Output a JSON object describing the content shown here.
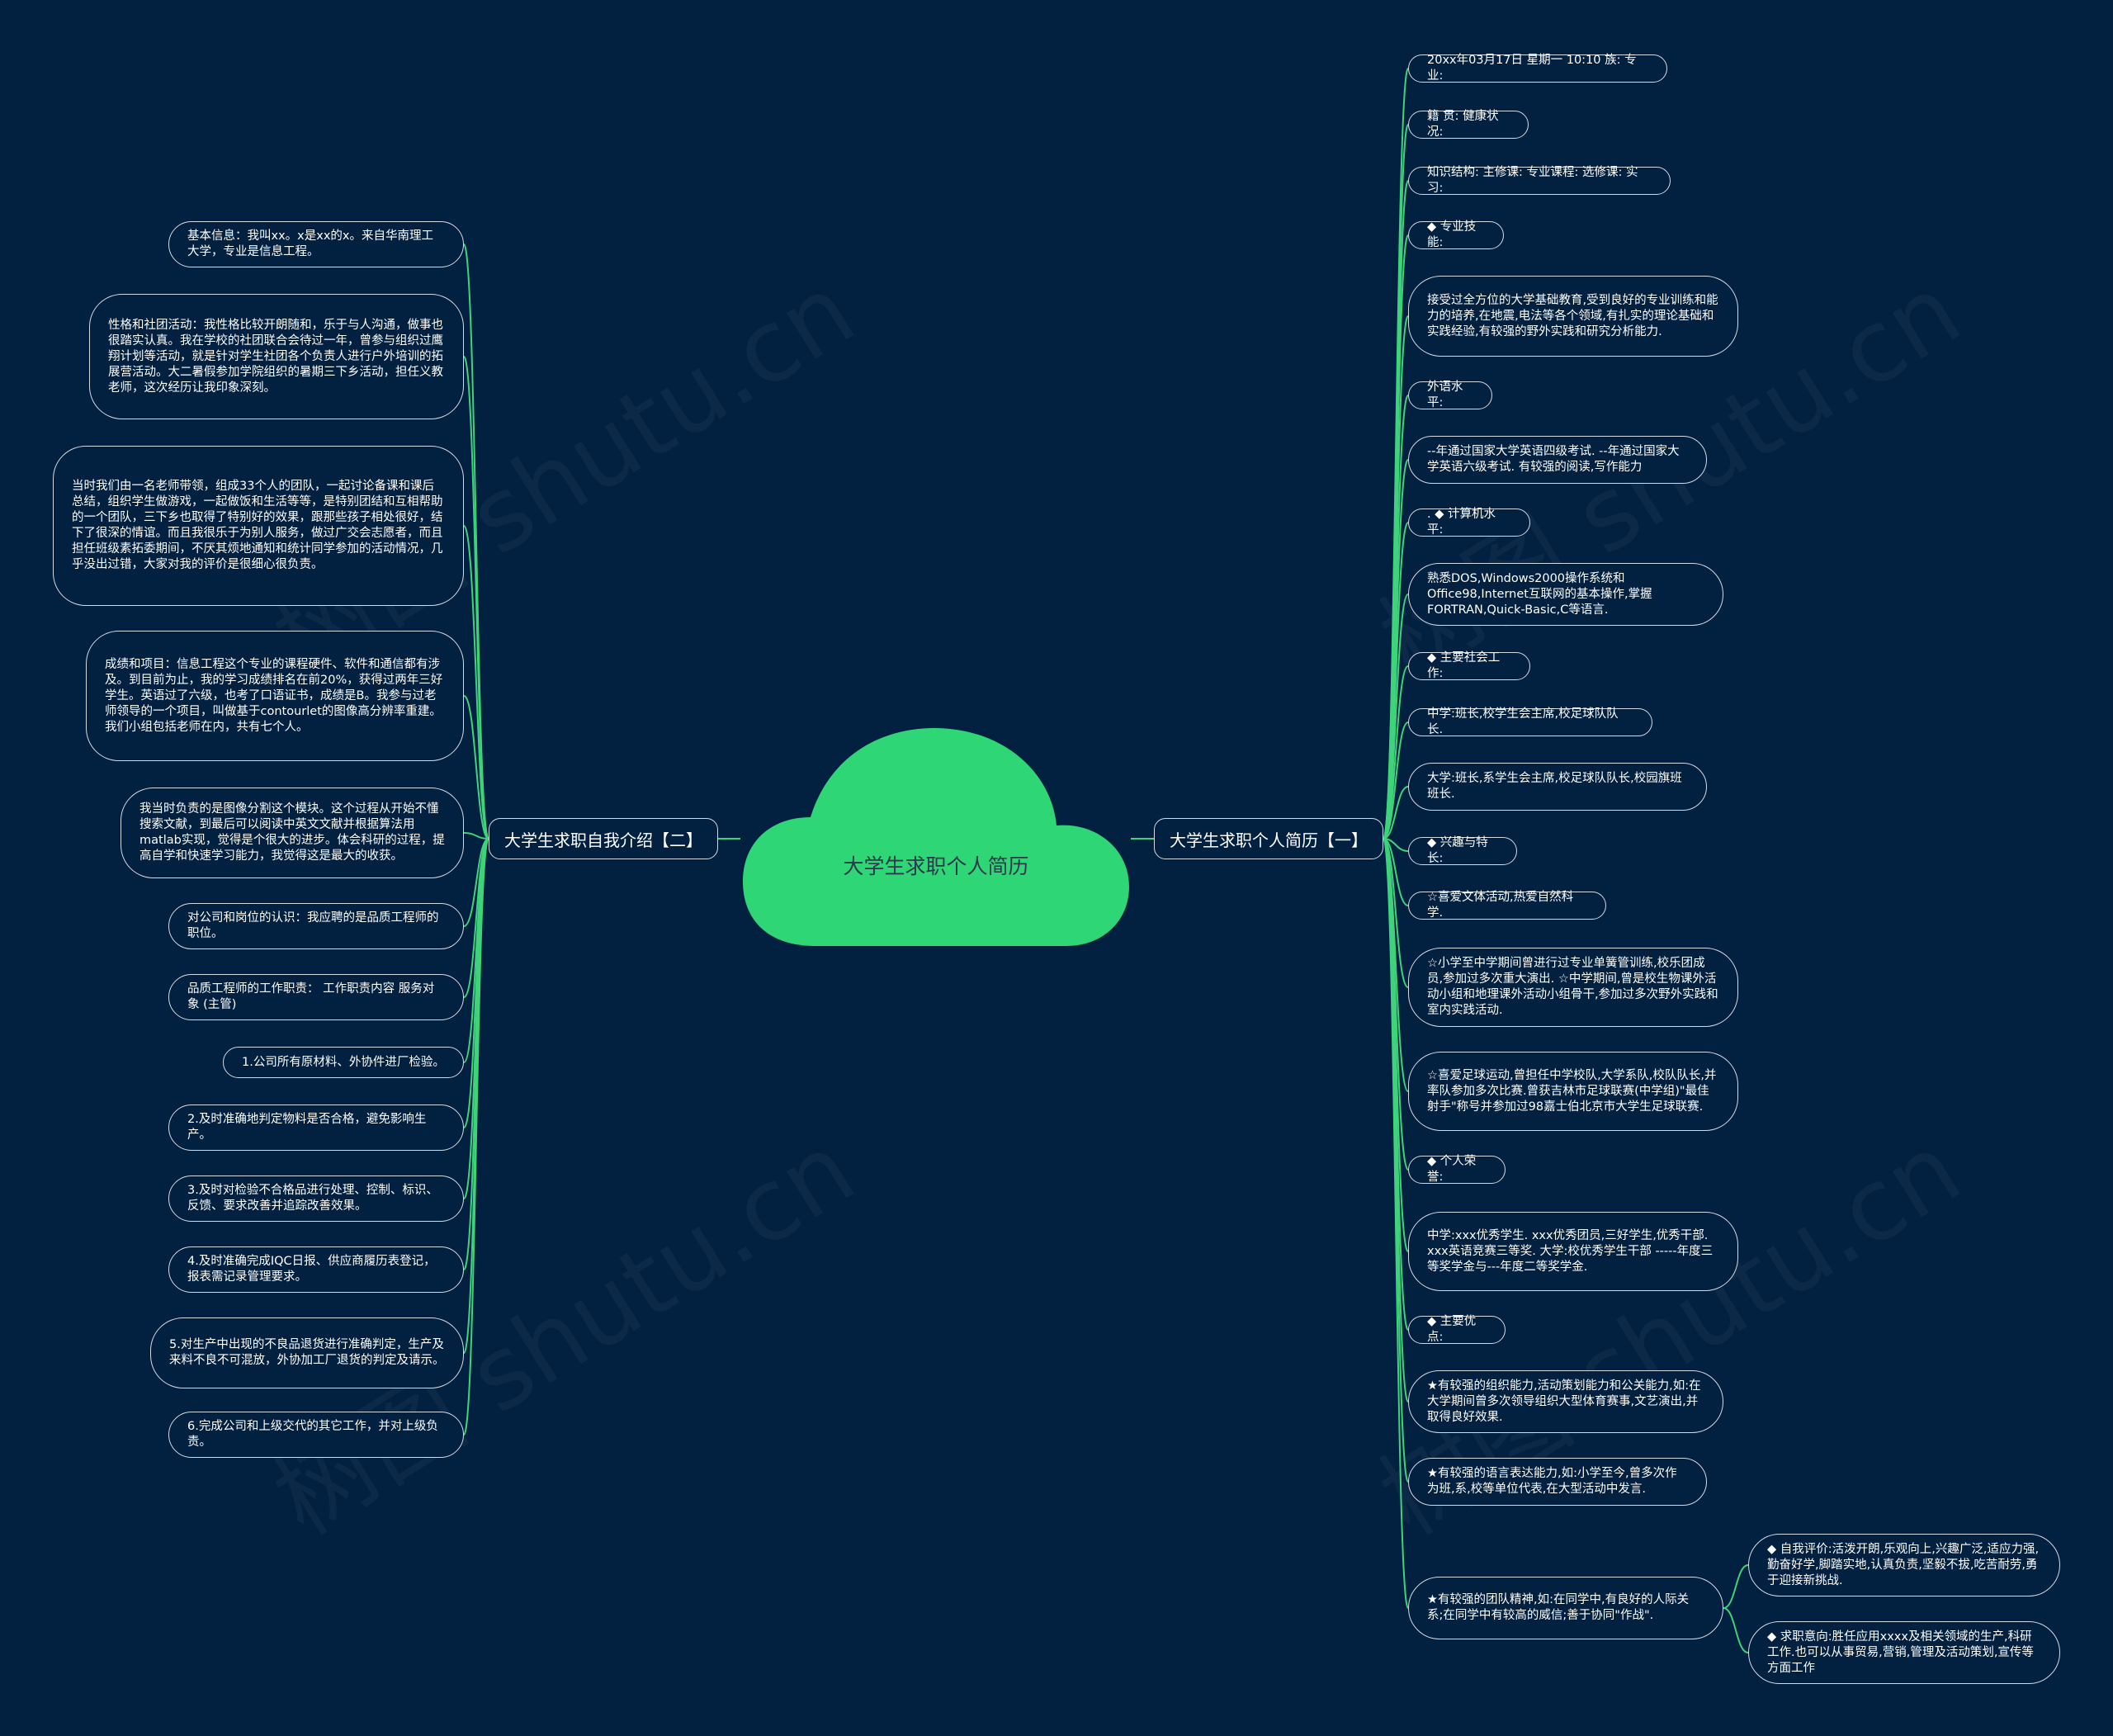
{
  "root": {
    "title": "大学生求职个人简历"
  },
  "watermark": "树图 shutu.cn",
  "colors": {
    "background": "#02203f",
    "link": "#3fd37a",
    "cloud": "#2fd676",
    "border": "#d6dbe2"
  },
  "left_branch": {
    "label": "大学生求职自我介绍【二】",
    "items": [
      "基本信息：我叫xx。x是xx的x。来自华南理工大学，专业是信息工程。",
      "性格和社团活动：我性格比较开朗随和，乐于与人沟通，做事也很踏实认真。我在学校的社团联合会待过一年，曾参与组织过鹰翔计划等活动，就是针对学生社团各个负责人进行户外培训的拓展营活动。大二暑假参加学院组织的暑期三下乡活动，担任义教老师，这次经历让我印象深刻。",
      "当时我们由一名老师带领，组成33个人的团队，一起讨论备课和课后总结，组织学生做游戏，一起做饭和生活等等，是特别团结和互相帮助的一个团队，三下乡也取得了特别好的效果，跟那些孩子相处很好，结下了很深的情谊。而且我很乐于为别人服务，做过广交会志愿者，而且担任班级素拓委期间，不厌其烦地通知和统计同学参加的活动情况，几乎没出过错，大家对我的评价是很细心很负责。",
      "成绩和项目：信息工程这个专业的课程硬件、软件和通信都有涉及。到目前为止，我的学习成绩排名在前20%，获得过两年三好学生。英语过了六级，也考了口语证书，成绩是B。我参与过老师领导的一个项目，叫做基于contourlet的图像高分辨率重建。我们小组包括老师在内，共有七个人。",
      "我当时负责的是图像分割这个模块。这个过程从开始不懂搜索文献，到最后可以阅读中英文文献并根据算法用matlab实现，觉得是个很大的进步。体会科研的过程，提高自学和快速学习能力，我觉得这是最大的收获。",
      "对公司和岗位的认识：我应聘的是品质工程师的职位。",
      "品质工程师的工作职责： 工作职责内容 服务对象 (主管)",
      "1.公司所有原材料、外协件进厂检验。",
      "2.及时准确地判定物料是否合格，避免影响生产。",
      "3.及时对检验不合格品进行处理、控制、标识、反馈、要求改善并追踪改善效果。",
      "4.及时准确完成IQC日报、供应商履历表登记，报表需记录管理要求。",
      "5.对生产中出现的不良品退货进行准确判定，生产及来料不良不可混放，外协加工厂退货的判定及请示。",
      "6.完成公司和上级交代的其它工作，并对上级负责。"
    ]
  },
  "right_branch": {
    "label": "大学生求职个人简历【一】",
    "items": [
      "20xx年03月17日 星期一 10:10 族: 专 业:",
      "籍 贯: 健康状况:",
      "知识结构: 主修课: 专业课程: 选修课: 实习:",
      "◆ 专业技能:",
      "接受过全方位的大学基础教育,受到良好的专业训练和能力的培养,在地震,电法等各个领域,有扎实的理论基础和实践经验,有较强的野外实践和研究分析能力.",
      "外语水平:",
      "--年通过国家大学英语四级考试. --年通过国家大学英语六级考试. 有较强的阅读,写作能力",
      ". ◆ 计算机水平:",
      "熟悉DOS,Windows2000操作系统和Office98,Internet互联网的基本操作,掌握FORTRAN,Quick-Basic,C等语言.",
      "◆ 主要社会工作:",
      "中学:班长,校学生会主席,校足球队队长.",
      "大学:班长,系学生会主席,校足球队队长,校园旗班班长.",
      "◆ 兴趣与特长:",
      "☆喜爱文体活动,热爱自然科学.",
      "☆小学至中学期间曾进行过专业单簧管训练,校乐团成员,参加过多次重大演出. ☆中学期间,曾是校生物课外活动小组和地理课外活动小组骨干,参加过多次野外实践和室内实践活动.",
      "☆喜爱足球运动,曾担任中学校队,大学系队,校队队长,并率队参加多次比赛.曾获吉林市足球联赛(中学组)\"最佳射手\"称号并参加过98嘉士伯北京市大学生足球联赛.",
      "◆ 个人荣誉:",
      "中学:xxx优秀学生. xxx优秀团员,三好学生,优秀干部. xxx英语竞赛三等奖. 大学:校优秀学生干部 -----年度三等奖学金与---年度二等奖学金.",
      "◆ 主要优点:",
      "★有较强的组织能力,活动策划能力和公关能力,如:在大学期间曾多次领导组织大型体育赛事,文艺演出,并取得良好效果.",
      "★有较强的语言表达能力,如:小学至今,曾多次作为班,系,校等单位代表,在大型活动中发言.",
      "★有较强的团队精神,如:在同学中,有良好的人际关系;在同学中有较高的威信;善于协同\"作战\"."
    ],
    "sub_items": [
      "◆ 自我评价:活泼开朗,乐观向上,兴趣广泛,适应力强,勤奋好学,脚踏实地,认真负责,坚毅不拔,吃苦耐劳,勇于迎接新挑战.",
      "◆ 求职意向:胜任应用xxxx及相关领域的生产,科研工作.也可以从事贸易,营销,管理及活动策划,宣传等方面工作"
    ]
  }
}
